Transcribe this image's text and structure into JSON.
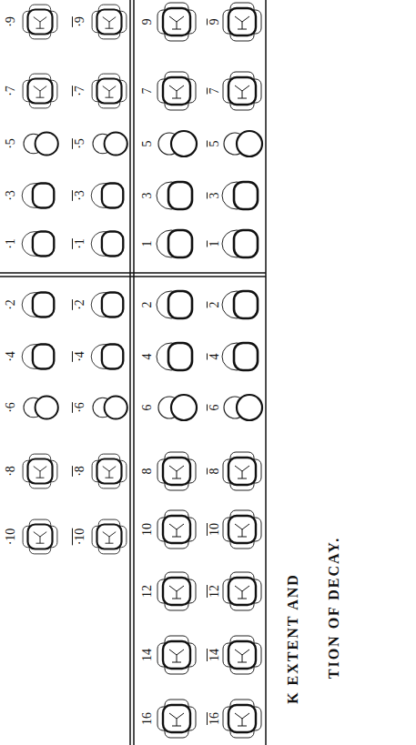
{
  "diagram": {
    "labels": [
      "·9",
      "·7",
      "·5",
      "·3",
      "·1",
      "·9",
      "·7",
      "·5",
      "·3",
      "·1",
      "9",
      "7",
      "5",
      "3",
      "1",
      "9",
      "7",
      "5",
      "3",
      "1",
      "·2",
      "·4",
      "·6",
      "·8",
      "·10",
      "·2",
      "·4",
      "·6",
      "·8",
      "·10",
      "2",
      "4",
      "6",
      "8",
      "10",
      "12",
      "14",
      "16",
      "2",
      "4",
      "6",
      "8",
      "10",
      "12",
      "14",
      "16",
      "K EXTENT AND",
      "TION OF DECAY."
    ]
  }
}
